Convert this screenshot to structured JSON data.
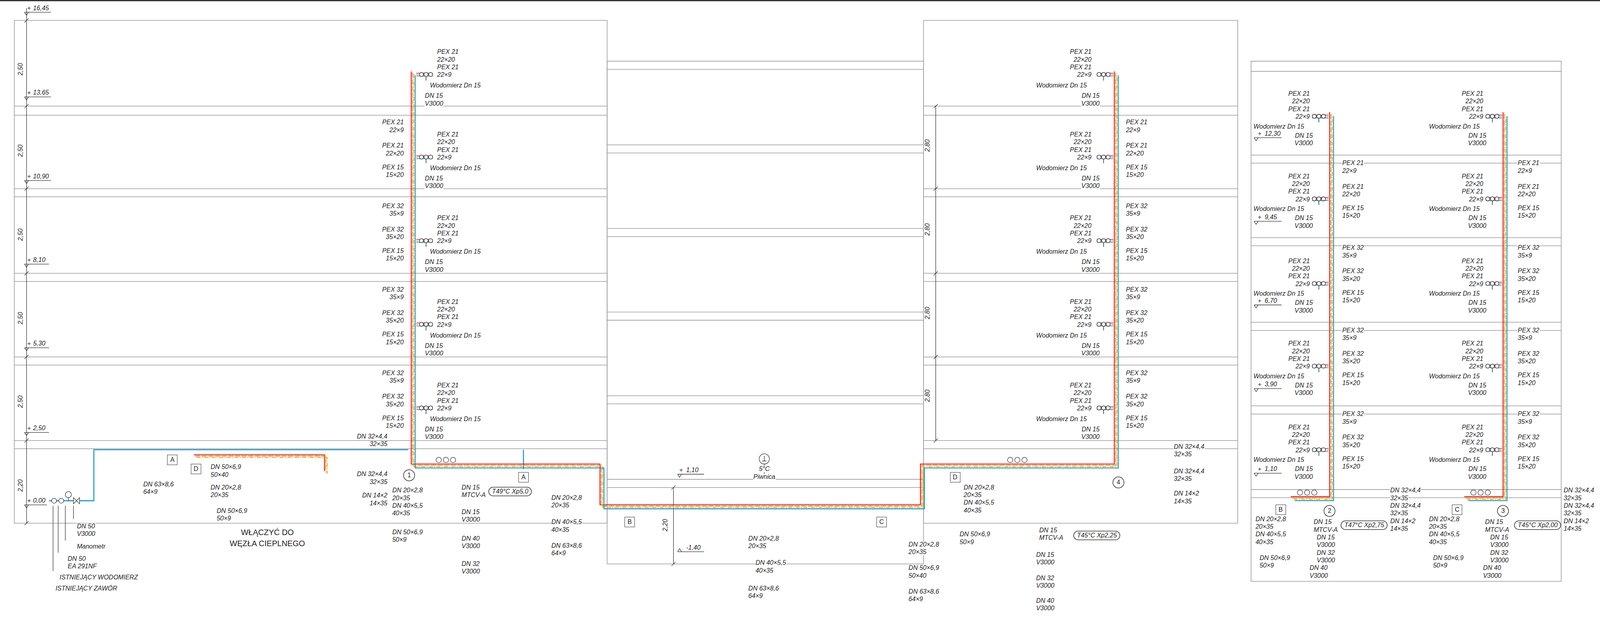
{
  "diagram": {
    "nodes": [
      {
        "text": [
          "A"
        ]
      },
      {
        "text": [
          "D"
        ]
      },
      {
        "text": [
          "1"
        ]
      },
      {
        "text": [
          "A"
        ]
      },
      {
        "text": [
          "T49°C Xp5,0"
        ]
      },
      {
        "text": [
          "B"
        ]
      },
      {
        "text": [
          "C"
        ]
      },
      {
        "text": [
          "D"
        ]
      },
      {
        "text": [
          "4"
        ]
      },
      {
        "text": [
          "T45°C Xp2,25"
        ]
      },
      {
        "text": [
          "B"
        ]
      },
      {
        "text": [
          "2"
        ]
      },
      {
        "text": [
          "T47°C Xp2,75"
        ]
      },
      {
        "text": [
          "C"
        ]
      },
      {
        "text": [
          "3"
        ]
      },
      {
        "text": [
          "T45°C Xp2,00"
        ]
      }
    ],
    "labels": [
      "PEX 21",
      "22×20",
      "PEX 21",
      "22×9",
      "Wodomierz Dn 15",
      "DN 15",
      "V3000",
      "PEX 21",
      "22×20",
      "PEX 21",
      "22×9",
      "Wodomierz Dn 15",
      "DN 15",
      "V3000",
      "PEX 21",
      "22×9",
      "PEX 21",
      "22×20",
      "PEX 15",
      "15×20",
      "PEX 21",
      "22×20",
      "PEX 21",
      "22×9",
      "Wodomierz Dn 15",
      "DN 15",
      "V3000",
      "PEX 32",
      "35×9",
      "PEX 32",
      "35×20",
      "PEX 15",
      "15×20",
      "PEX 21",
      "22×20",
      "PEX 21",
      "22×9",
      "Wodomierz Dn 15",
      "DN 15",
      "V3000",
      "PEX 32",
      "35×9",
      "PEX 32",
      "35×20",
      "PEX 15",
      "15×20",
      "PEX 21",
      "22×20",
      "PEX 21",
      "22×9",
      "Wodomierz Dn 15",
      "DN 15",
      "V3000",
      "PEX 32",
      "35×9",
      "PEX 32",
      "35×20",
      "PEX 15",
      "15×20",
      "PEX 21",
      "22×20",
      "PEX 21",
      "22×9",
      "Wodomierz Dn 15",
      "DN 15",
      "V3000",
      "PEX 21",
      "22×20",
      "PEX 21",
      "22×9",
      "Wodomierz Dn 15",
      "DN 15",
      "V3000",
      "PEX 21",
      "22×9",
      "PEX 21",
      "22×20",
      "PEX 15",
      "15×20",
      "PEX 21",
      "22×20",
      "PEX 21",
      "22×9",
      "Wodomierz Dn 15",
      "DN 15",
      "V3000",
      "PEX 32",
      "35×9",
      "PEX 32",
      "35×20",
      "PEX 15",
      "15×20",
      "PEX 21",
      "22×20",
      "PEX 21",
      "22×9",
      "Wodomierz Dn 15",
      "DN 15",
      "V3000",
      "PEX 32",
      "35×9",
      "PEX 32",
      "35×20",
      "PEX 15",
      "15×20",
      "PEX 21",
      "22×20",
      "PEX 21",
      "22×9",
      "Wodomierz Dn 15",
      "DN 15",
      "V3000",
      "PEX 32",
      "35×9",
      "PEX 32",
      "35×20",
      "PEX 15",
      "15×20",
      "PEX 21",
      "22×20",
      "PEX 21",
      "22×9",
      "Wodomierz Dn 15",
      "DN 15",
      "V3000",
      "PEX 21",
      "22×20",
      "PEX 21",
      "22×9",
      "Wodomierz Dn 15",
      "DN 15",
      "V3000",
      "PEX 21",
      "22×9",
      "PEX 21",
      "22×20",
      "PEX 15",
      "15×20",
      "PEX 21",
      "22×20",
      "PEX 21",
      "22×9",
      "Wodomierz Dn 15",
      "DN 15",
      "V3000",
      "PEX 32",
      "35×9",
      "PEX 32",
      "35×20",
      "PEX 15",
      "15×20",
      "PEX 21",
      "22×20",
      "PEX 21",
      "22×9",
      "Wodomierz Dn 15",
      "DN 15",
      "V3000",
      "PEX 32",
      "35×9",
      "PEX 32",
      "35×20",
      "PEX 15",
      "15×20",
      "PEX 21",
      "22×20",
      "PEX 21",
      "22×9",
      "Wodomierz Dn 15",
      "DN 15",
      "V3000",
      "PEX 32",
      "35×9",
      "PEX 32",
      "35×20",
      "PEX 15",
      "15×20",
      "PEX 21",
      "22×20",
      "PEX 21",
      "22×9",
      "Wodomierz Dn 15",
      "DN 15",
      "V3000",
      "PEX 21",
      "22×20",
      "PEX 21",
      "22×9",
      "Wodomierz Dn 15",
      "DN 15",
      "V3000",
      "PEX 21",
      "22×9",
      "PEX 21",
      "22×20",
      "PEX 15",
      "15×20",
      "PEX 21",
      "22×20",
      "PEX 21",
      "22×9",
      "Wodomierz Dn 15",
      "DN 15",
      "V3000",
      "PEX 32",
      "35×9",
      "PEX 32",
      "35×20",
      "PEX 15",
      "15×20",
      "PEX 21",
      "22×20",
      "PEX 21",
      "22×9",
      "Wodomierz Dn 15",
      "DN 15",
      "V3000",
      "PEX 32",
      "35×9",
      "PEX 32",
      "35×20",
      "PEX 15",
      "15×20",
      "PEX 21",
      "22×20",
      "PEX 21",
      "22×9",
      "Wodomierz Dn 15",
      "DN 15",
      "V3000",
      "PEX 32",
      "35×9",
      "PEX 32",
      "35×20",
      "PEX 15",
      "15×20",
      "16,45",
      "13,65",
      "10,90",
      "8,10",
      "5,30",
      "2,50",
      "0,00",
      "2,50",
      "2,50",
      "2,50",
      "2,50",
      "2,50",
      "2,20",
      "2,80",
      "2,80",
      "2,80",
      "2,80",
      "2,20",
      "DN 63×8,6",
      "64×9",
      "DN 50×6,9",
      "50×40",
      "DN 20×2,8",
      "20×35",
      "DN 50×6,9",
      "50×9",
      "WŁĄCZYĆ DO",
      "WĘZŁA CIEPLNEGO",
      "DN 32×4,4",
      "32×35",
      "DN 32×4,4",
      "32×35",
      "DN 14×2",
      "14×35",
      "DN 20×2,8",
      "20×35",
      "DN 40×5,5",
      "40×35",
      "DN 50×6,9",
      "50×9",
      "DN 15",
      "MTCV-A",
      "DN 15",
      "V3000",
      "DN 40",
      "V3000",
      "DN 32",
      "V3000",
      "DN 20×2,8",
      "20×35",
      "DN 40×5,5",
      "40×35",
      "DN 63×8,6",
      "64×9",
      "DN 50",
      "V3000",
      "Manometr",
      "DN 50",
      "EA 291NF",
      "ISTNIEJĄCY WODOMIERZ",
      "ISTNIEJĄCY ZAWÓR",
      "1,10",
      "5°C",
      "Piwnica",
      "-1,40",
      "DN 20×2,8",
      "20×35",
      "DN 40×5,5",
      "40×35",
      "DN 63×8,6",
      "64×9",
      "DN 20×2,8",
      "20×35",
      "DN 50×6,9",
      "50×40",
      "DN 63×8,6",
      "64×9",
      "DN 32×4,4",
      "32×35",
      "DN 32×4,4",
      "32×35",
      "DN 14×2",
      "14×35",
      "DN 20×2,8",
      "20×35",
      "DN 40×5,5",
      "40×35",
      "DN 50×6,9",
      "50×9",
      "DN 15",
      "MTCV-A",
      "DN 15",
      "V3000",
      "DN 32",
      "V3000",
      "DN 40",
      "V3000",
      "12,30",
      "9,45",
      "6,70",
      "3,90",
      "1,10",
      "DN 32×4,4",
      "32×35",
      "DN 32×4,4",
      "32×35",
      "DN 14×2",
      "14×35",
      "DN 20×2,8",
      "20×35",
      "DN 40×5,5",
      "40×35",
      "DN 50×6,9",
      "50×9",
      "DN 15",
      "MTCV-A",
      "DN 15",
      "V3000",
      "DN 32",
      "V3000",
      "DN 40",
      "V3000",
      "DN 32×4,4",
      "32×35",
      "DN 32×4,4",
      "32×35",
      "DN 14×2",
      "14×35",
      "DN 20×2,8",
      "20×35",
      "DN 40×5,5",
      "40×35",
      "DN 50×6,9",
      "50×9",
      "DN 15",
      "MTCV-A",
      "DN 15",
      "V3000",
      "DN 32",
      "V3000",
      "DN 40",
      "V3000"
    ]
  }
}
